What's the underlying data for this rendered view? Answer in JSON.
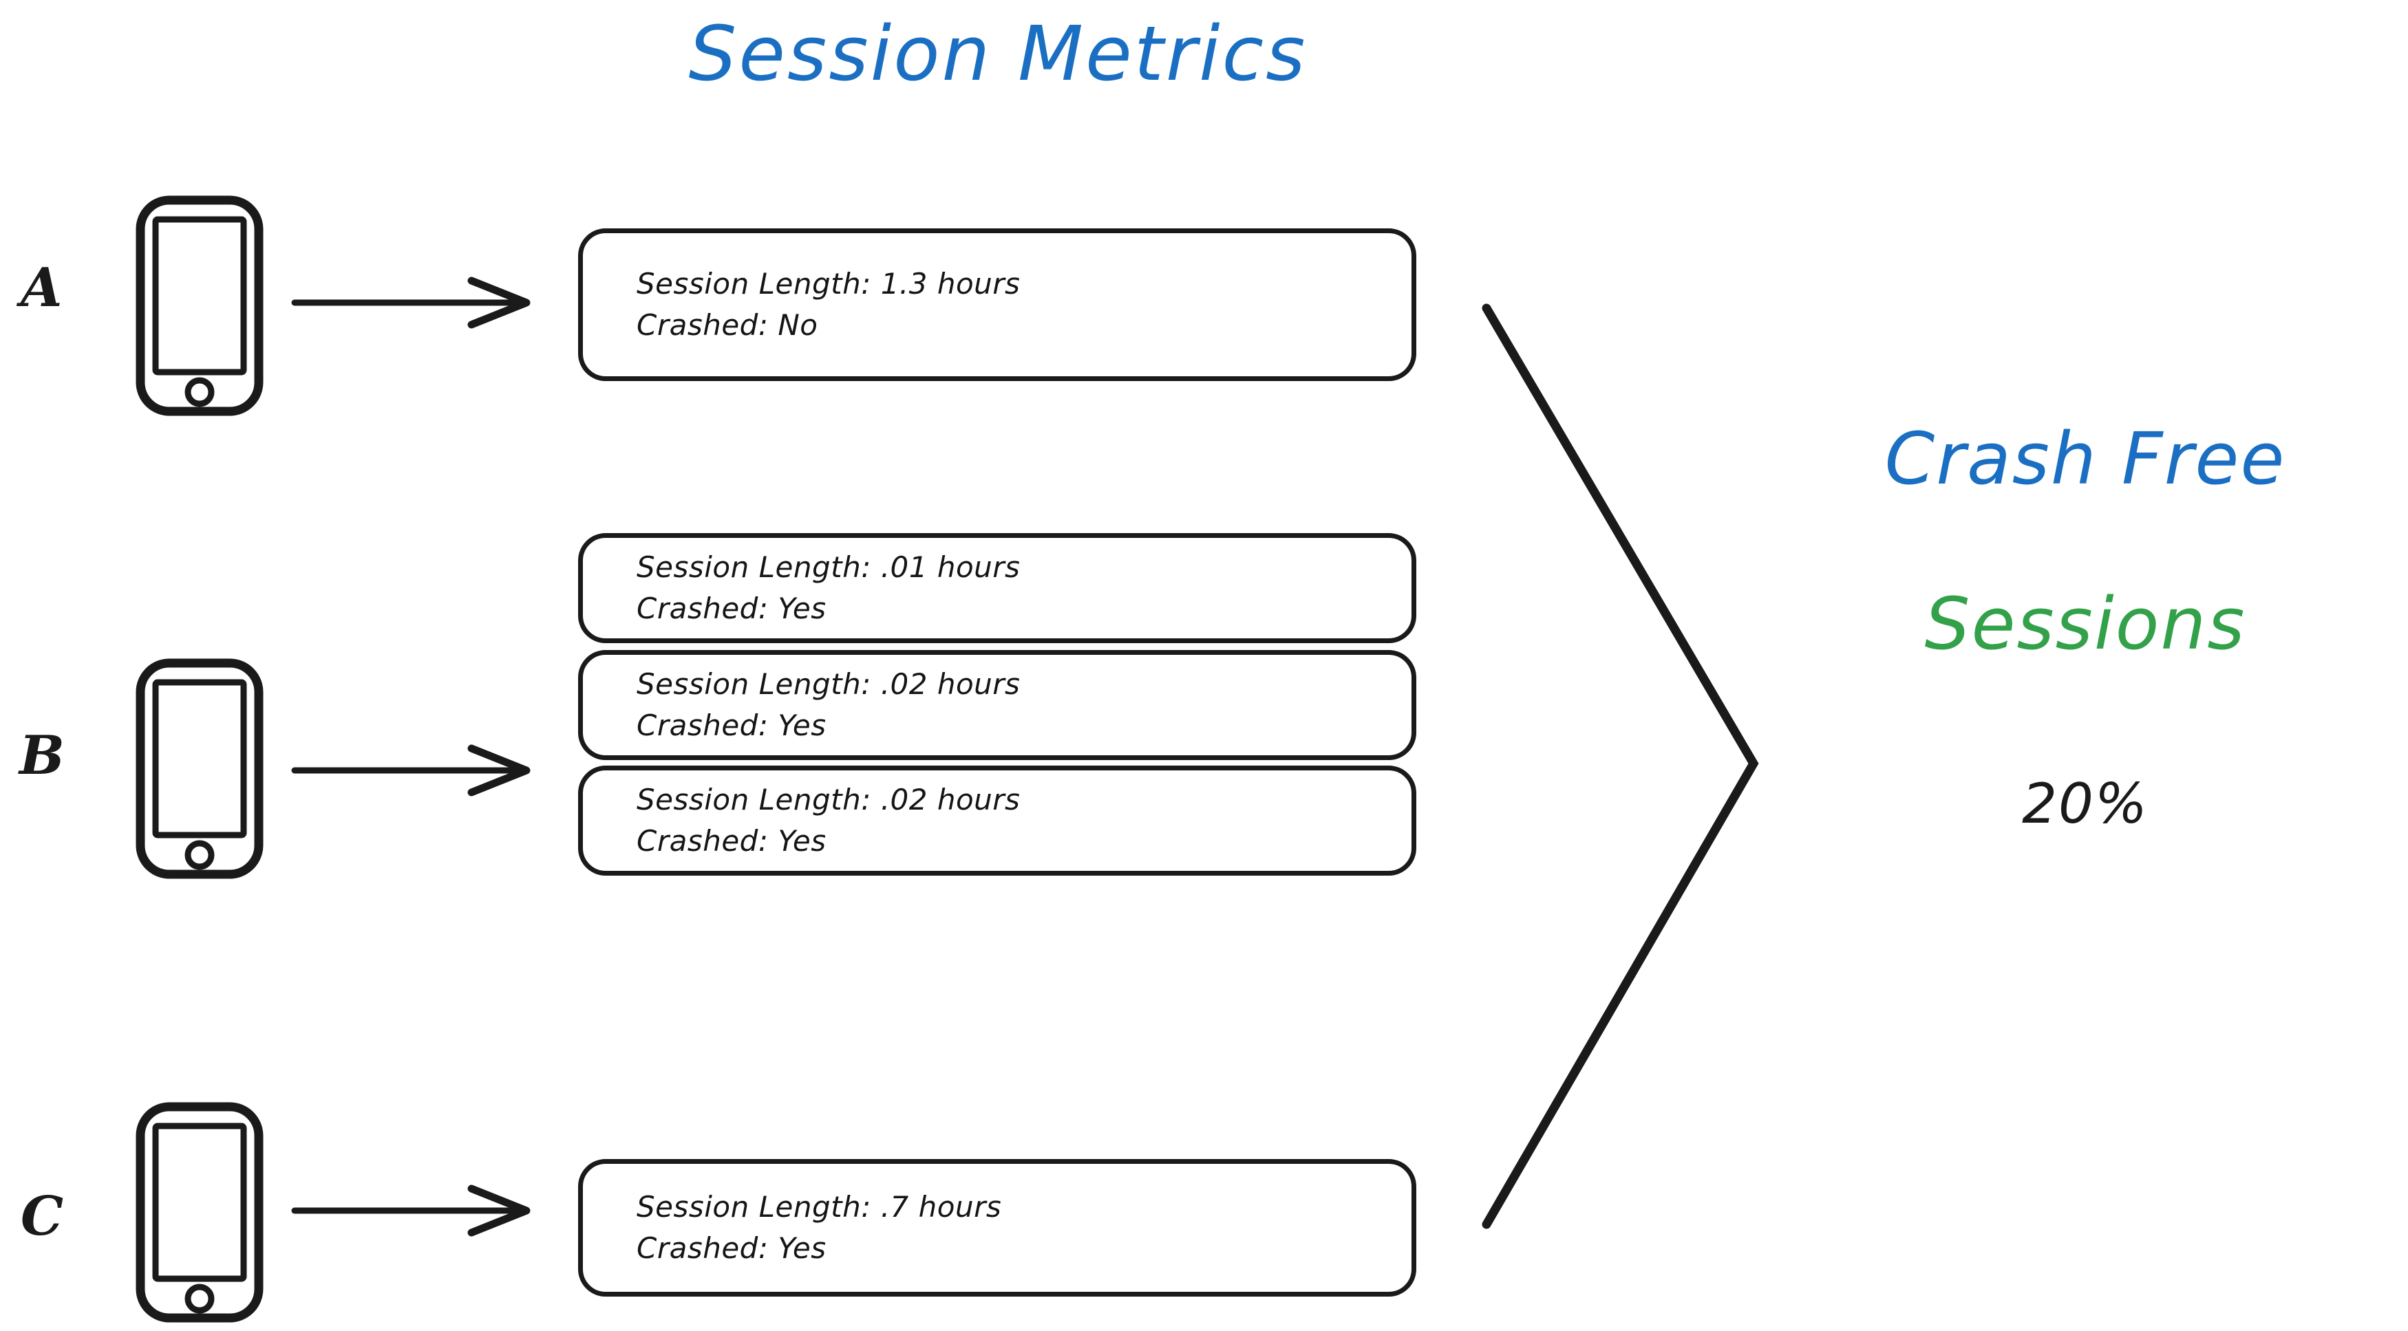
{
  "title": "Session Metrics",
  "colors": {
    "blue": "#1b6fc2",
    "green": "#33a14a",
    "ink": "#1a1a1a"
  },
  "groups": [
    {
      "label": "A",
      "device_icon": "phone-icon",
      "arrow_icon": "arrow-right-icon",
      "sessions": [
        {
          "length": "Session Length: 1.3 hours",
          "crashed": "Crashed: No"
        }
      ]
    },
    {
      "label": "B",
      "device_icon": "phone-icon",
      "arrow_icon": "arrow-right-icon",
      "sessions": [
        {
          "length": "Session Length: .01 hours",
          "crashed": "Crashed: Yes"
        },
        {
          "length": "Session Length: .02 hours",
          "crashed": "Crashed: Yes"
        },
        {
          "length": "Session Length: .02 hours",
          "crashed": "Crashed: Yes"
        }
      ]
    },
    {
      "label": "C",
      "device_icon": "phone-icon",
      "arrow_icon": "arrow-right-icon",
      "sessions": [
        {
          "length": "Session Length: .7 hours",
          "crashed": "Crashed: Yes"
        }
      ]
    }
  ],
  "result": {
    "title_line_1": "Crash Free",
    "title_line_2": "Sessions",
    "value": "20%",
    "bracket_icon": "funnel-bracket-icon"
  }
}
